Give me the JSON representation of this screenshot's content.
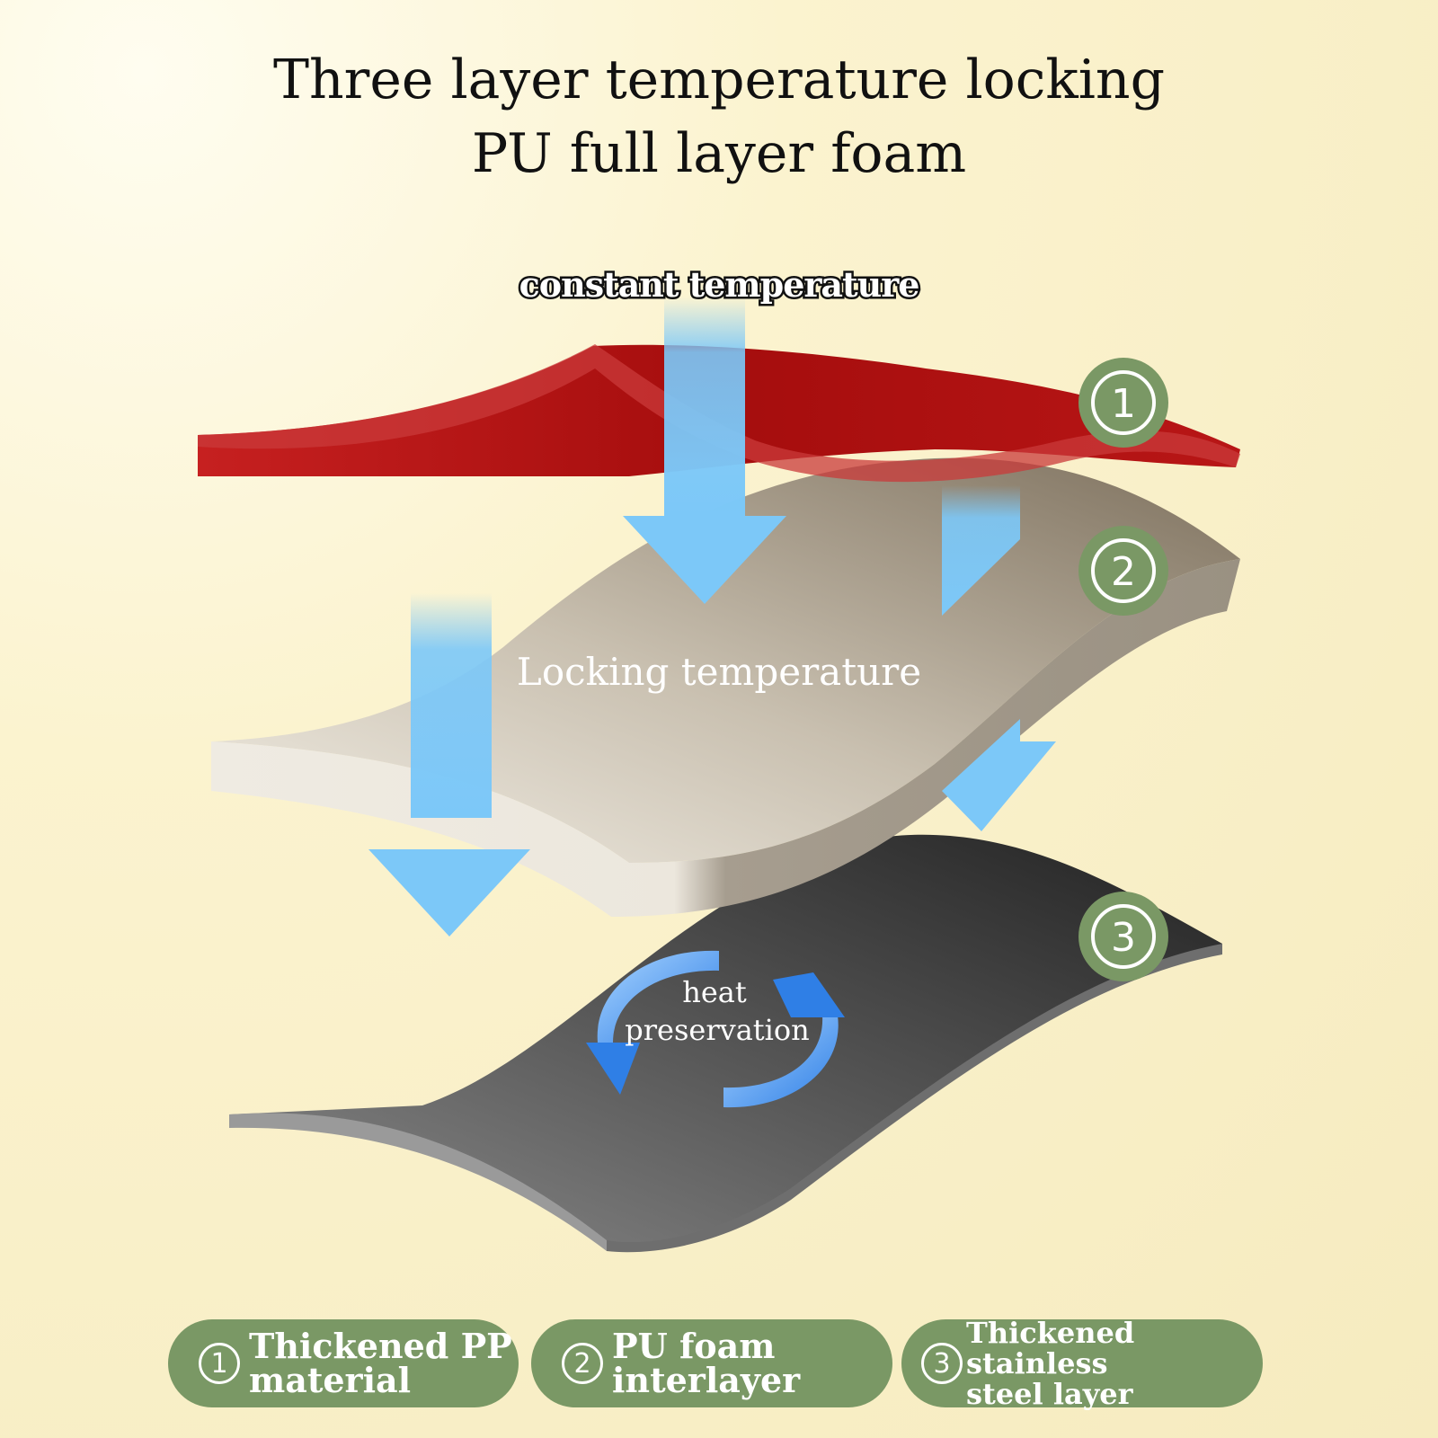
{
  "title": {
    "line1": "Three layer temperature locking",
    "line2": "PU full layer foam"
  },
  "labels": {
    "constant": "constant temperature",
    "locking": "Locking temperature",
    "heat_line1": "heat",
    "heat_line2": "preservation"
  },
  "badges": [
    "1",
    "2",
    "3"
  ],
  "legend": [
    {
      "num": "1",
      "text": "Thickened PP\nmaterial"
    },
    {
      "num": "2",
      "text": "PU foam\ninterlayer"
    },
    {
      "num": "3",
      "text": "Thickened stainless\nsteel layer"
    }
  ],
  "colors": {
    "background": "#f7ecc2",
    "red_layer": "#b41414",
    "foam_layer": "#d8d0c2",
    "steel_layer": "#444444",
    "arrow": "#7cc8f8",
    "badge_green": "#7a9865",
    "cycle_arrow": "#3a8ff0"
  }
}
